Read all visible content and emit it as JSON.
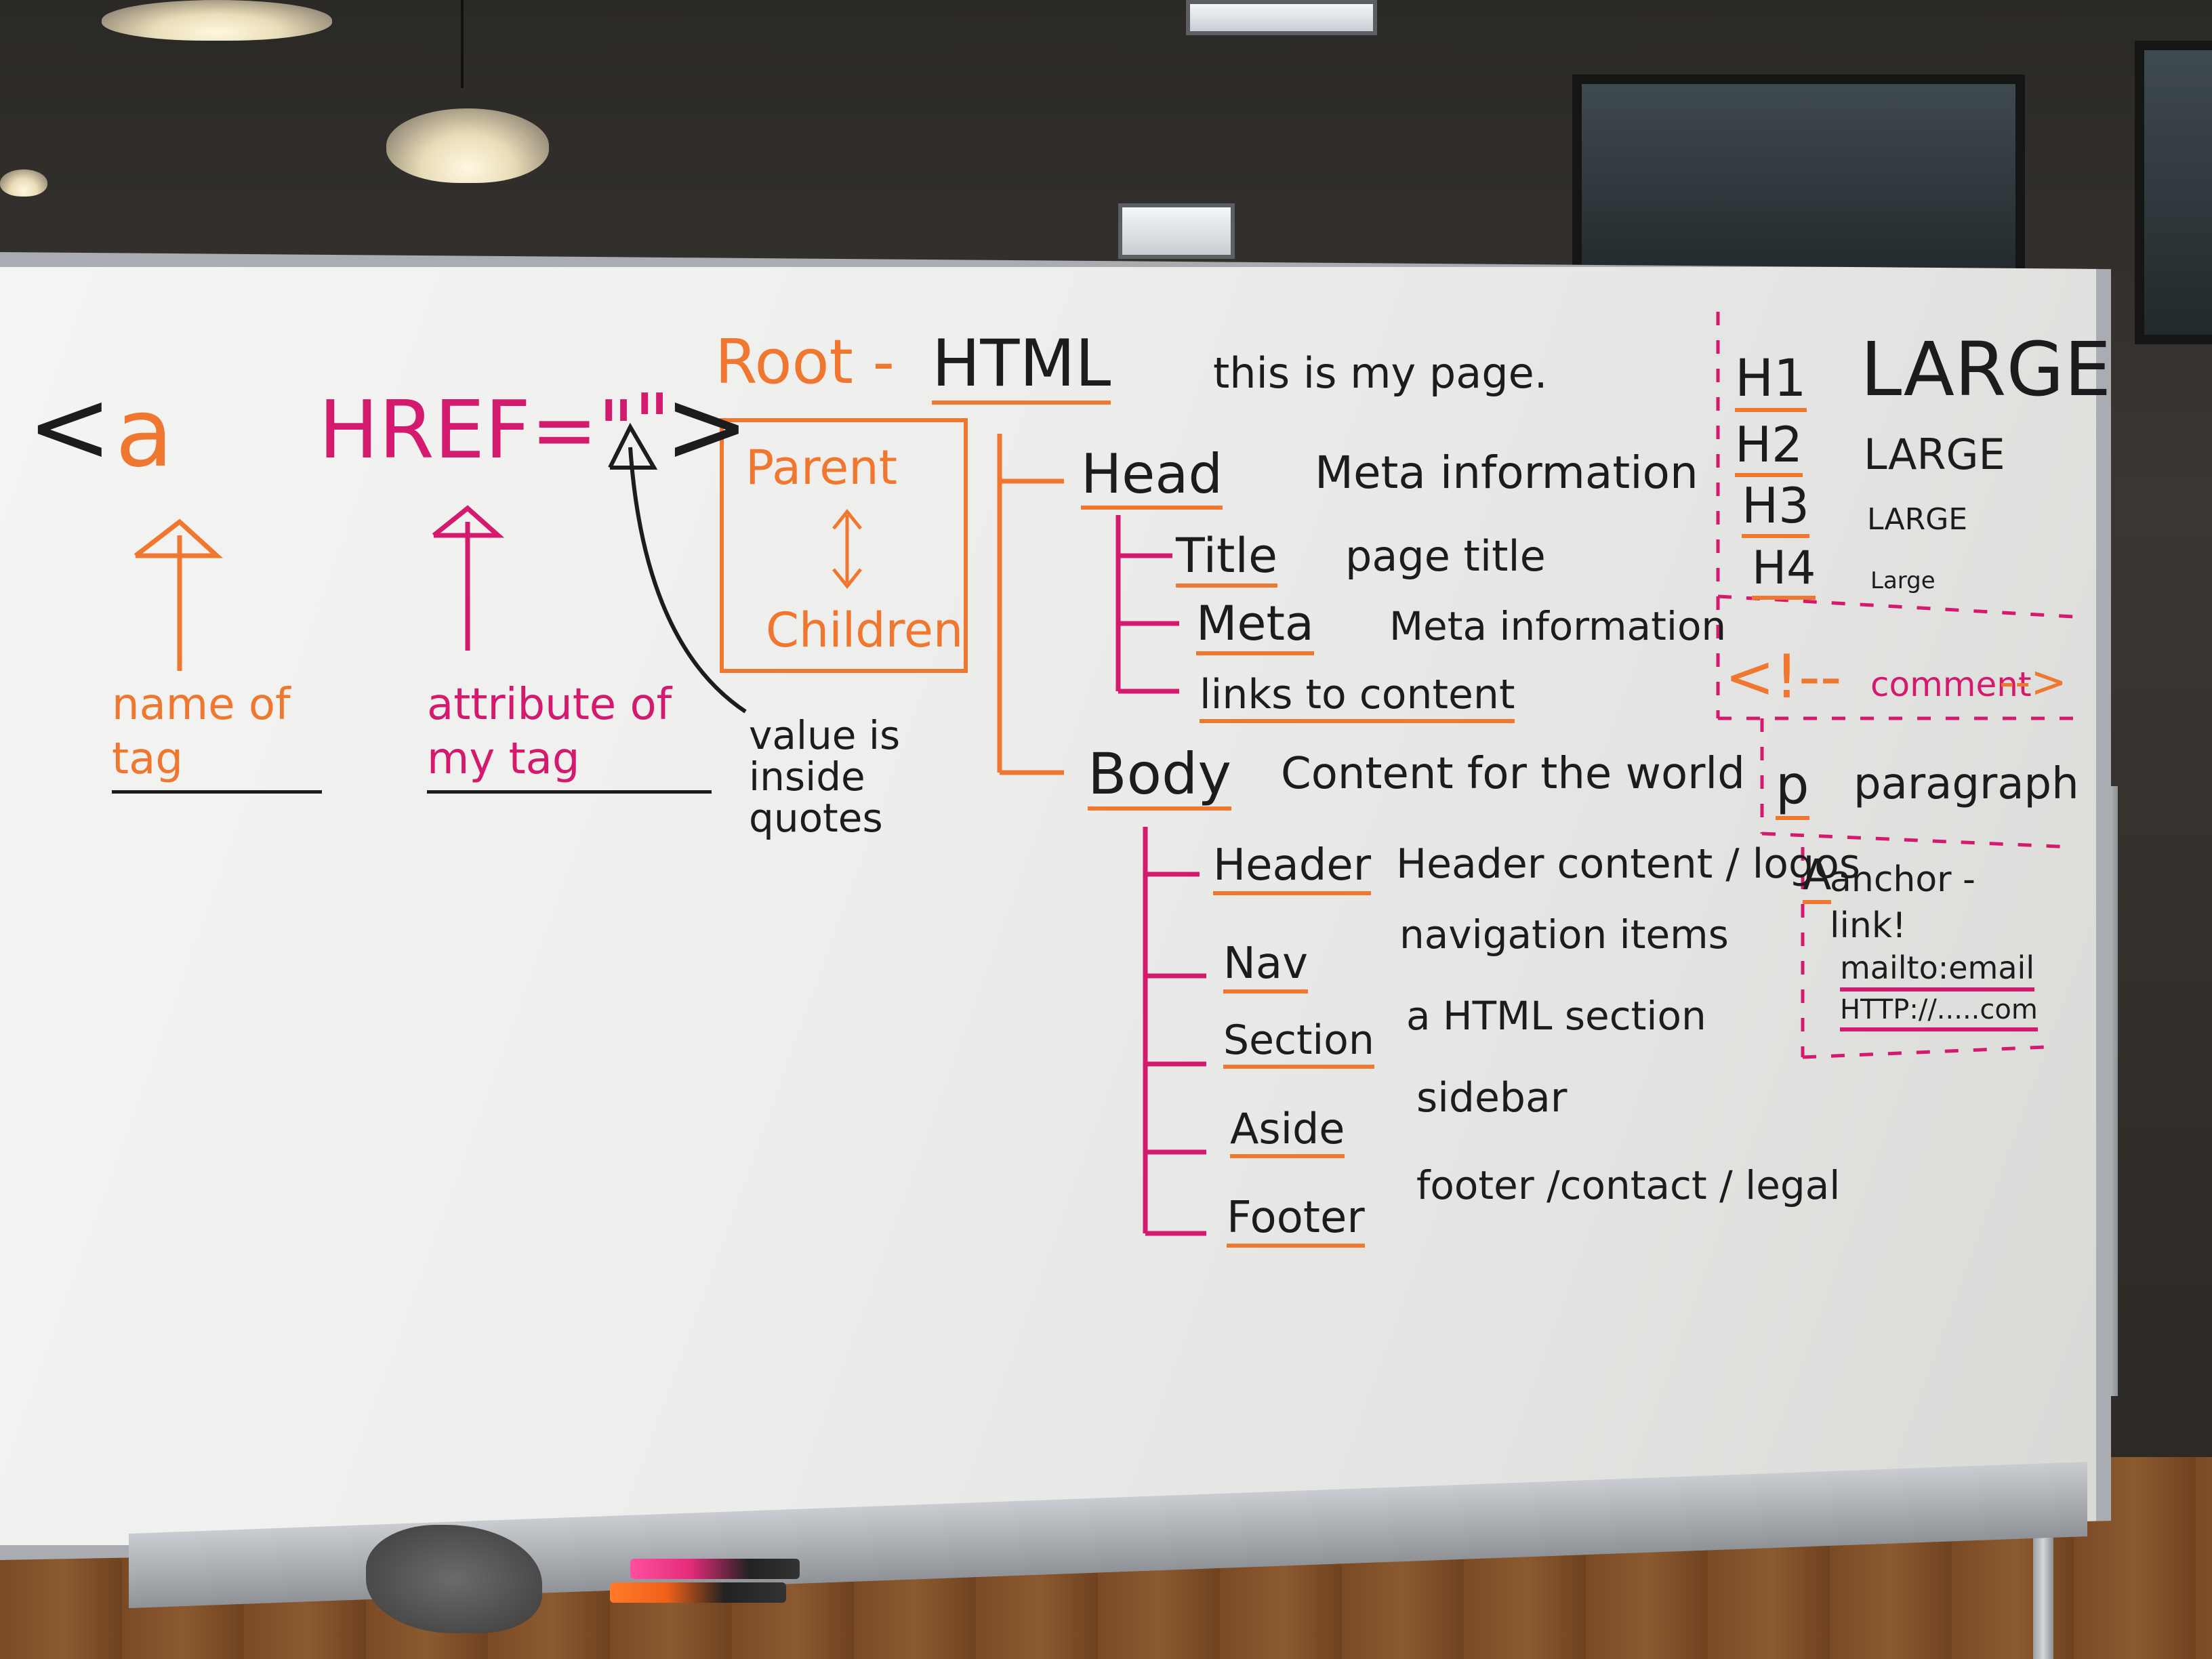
{
  "whiteboard": {
    "tag_example": {
      "open": "<",
      "tag": "a",
      "attribute": "HREF=\"",
      "value_close": "\"",
      "close": ">"
    },
    "tag_notes": {
      "name_of_tag": "name of tag",
      "attribute_of_my_tag": "attribute of my tag",
      "value_note": "value is inside quotes"
    },
    "parent_box": {
      "parent": "Parent",
      "children": "Children"
    },
    "tree": {
      "root_label": "Root -",
      "root": "HTML",
      "root_desc": "this is my page.",
      "head": {
        "label": "Head",
        "desc": "Meta information"
      },
      "head_children": [
        {
          "label": "Title",
          "desc": "page title"
        },
        {
          "label": "Meta",
          "desc": "Meta information"
        },
        {
          "label": "links to content",
          "desc": ""
        }
      ],
      "body": {
        "label": "Body",
        "desc": "Content for the world"
      },
      "body_children": [
        {
          "label": "Header",
          "desc": "Header content / logos"
        },
        {
          "label": "Nav",
          "desc": "navigation items"
        },
        {
          "label": "Section",
          "desc": "a HTML section"
        },
        {
          "label": "Aside",
          "desc": "sidebar"
        },
        {
          "label": "Footer",
          "desc": "footer /contact / legal"
        }
      ]
    },
    "headings": [
      {
        "tag": "H1",
        "text": "LARGE"
      },
      {
        "tag": "H2",
        "text": "LARGE"
      },
      {
        "tag": "H3",
        "text": "LARGE"
      },
      {
        "tag": "H4",
        "text": "Large"
      }
    ],
    "comment": {
      "open": "<!--",
      "text": "comment",
      "close": "-->"
    },
    "paragraph": {
      "tag": "p",
      "desc": "paragraph"
    },
    "anchor": {
      "tag": "A",
      "desc": "anchor - link!",
      "mailto": "mailto:email",
      "http": "HTTP://.....com"
    }
  },
  "colors": {
    "black_marker": "#1c1c1e",
    "orange_marker": "#f0772f",
    "magenta_marker": "#d41a6e",
    "board": "#eeeeec"
  }
}
